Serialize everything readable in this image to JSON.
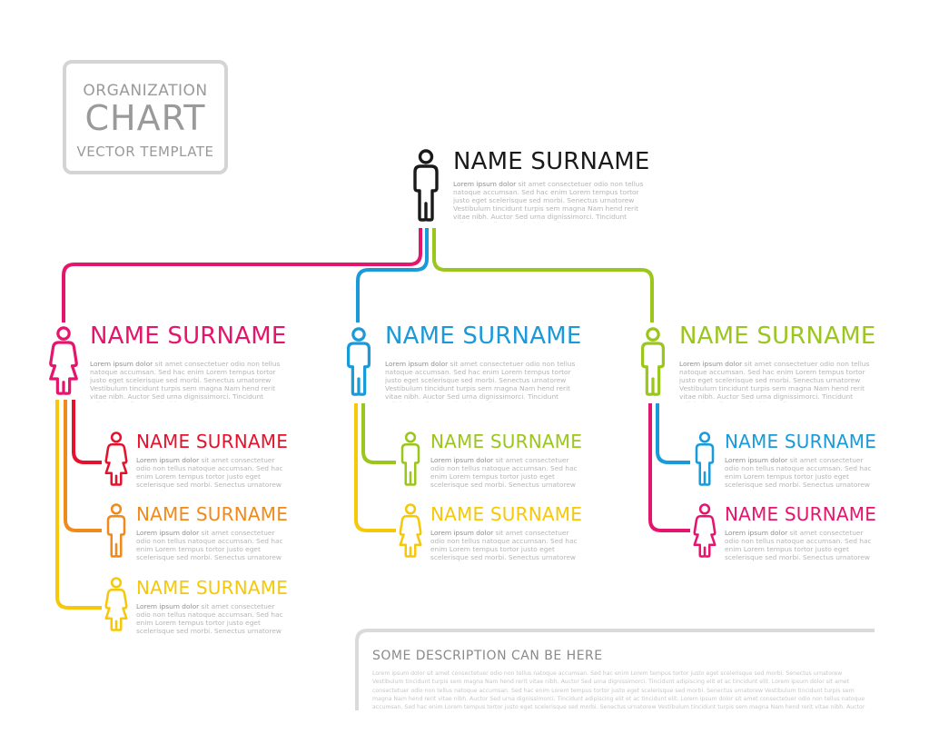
{
  "title": {
    "line1": "ORGANIZATION",
    "line2": "CHART",
    "line3": "VECTOR TEMPLATE"
  },
  "colors": {
    "dark": "#1a1a1a",
    "magenta": "#e5156e",
    "blue": "#1a9ad9",
    "lime": "#9bc61c",
    "red": "#e3132d",
    "orange": "#f08a1c",
    "yellow": "#f5c80a",
    "gray": "#d6d6d6"
  },
  "lorem": {
    "lead": "Lorem ipsum dolor",
    "rest": "sit amet consectetuer odio non tellus natoque accumsan. Sed hac enim Lorem tempus tortor justo eget scelerisque sed morbi. Senectus urnatorew Vestibulum tincidunt turpis sem magna Nam hend rerit vitae nibh. Auctor Sed urna dignissimorci. Tincidunt adipiscing elit et ac tincidunt elit."
  },
  "nodes": {
    "ceo": {
      "name": "NAME SURNAME",
      "color": "#1a1a1a",
      "icon": "male-icon"
    },
    "mid_1": {
      "name": "NAME SURNAME",
      "color": "#e5156e",
      "icon": "female-icon"
    },
    "mid_2": {
      "name": "NAME SURNAME",
      "color": "#1a9ad9",
      "icon": "male-icon"
    },
    "mid_3": {
      "name": "NAME SURNAME",
      "color": "#9bc61c",
      "icon": "male-icon"
    },
    "sub_1a": {
      "name": "NAME SURNAME",
      "color": "#e3132d",
      "icon": "female-icon"
    },
    "sub_1b": {
      "name": "NAME SURNAME",
      "color": "#f08a1c",
      "icon": "male-icon"
    },
    "sub_1c": {
      "name": "NAME SURNAME",
      "color": "#f5c80a",
      "icon": "female-icon"
    },
    "sub_2a": {
      "name": "NAME SURNAME",
      "color": "#9bc61c",
      "icon": "male-icon"
    },
    "sub_2b": {
      "name": "NAME SURNAME",
      "color": "#f5c80a",
      "icon": "female-icon"
    },
    "sub_3a": {
      "name": "NAME SURNAME",
      "color": "#1a9ad9",
      "icon": "male-icon"
    },
    "sub_3b": {
      "name": "NAME SURNAME",
      "color": "#e5156e",
      "icon": "female-icon"
    }
  },
  "description": {
    "heading": "SOME DESCRIPTION CAN BE HERE",
    "body": "Lorem ipsum dolor sit amet consectetuer odio non tellus natoque accumsan. Sed hac enim Lorem tempus tortor justo eget scelerisque sed morbi. Senectus urnatorew Vestibulum tincidunt turpis sem magna Nam hend rerit vitae nibh. Auctor Sed urna dignissimorci. Tincidunt adipiscing elit et ac tincidunt elit. Lorem ipsum dolor sit amet consectetuer odio non tellus natoque accumsan. Sed hac enim Lorem tempus tortor justo eget scelerisque sed morbi. Senectus urnatorew Vestibulum tincidunt turpis sem magna Nam hend rerit vitae nibh. Auctor Sed urna dignissimorci. Tincidunt adipiscing elit et ac tincidunt elit. Lorem ipsum dolor sit amet consectetuer odio non tellus natoque accumsan. Sed hac enim Lorem tempus tortor justo eget scelerisque sed morbi. Senectus urnatorew Vestibulum tincidunt turpis sem magna Nam hend rerit vitae nibh. Auctor Sed urna dignissimorci. Tincidunt adipiscing elit et ac tincidunt elit. Lorem ipsum dolor sit amet consectetuer odio non tellus natoque accumsan. Sed hac enim Lorem tempus tortor justo eget scelerisque sed morbi. Senectus urnatorew Vestibulum tincidunt turpis sem magna Nam hend rerit vitae nibh."
  }
}
